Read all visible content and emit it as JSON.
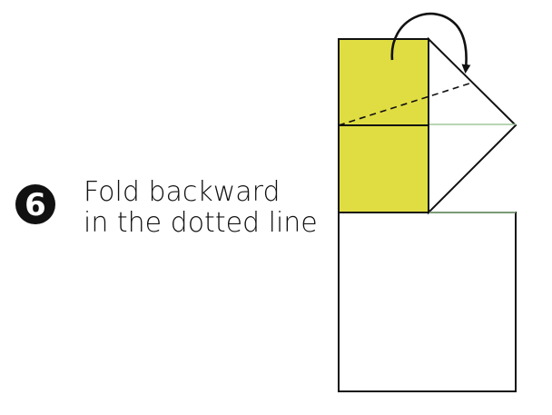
{
  "step": {
    "number": "6"
  },
  "instruction": {
    "line1": "Fold backward",
    "line2": "in the dotted line"
  },
  "colors": {
    "paper_front": "#e0dd42",
    "paper_back": "#ffffff",
    "outline": "#111111",
    "crease": "#9fc79a",
    "badge": "#111111"
  },
  "icons": {
    "fold_arrow": "curved-arrow-icon",
    "fold_line": "dotted-fold-line"
  }
}
